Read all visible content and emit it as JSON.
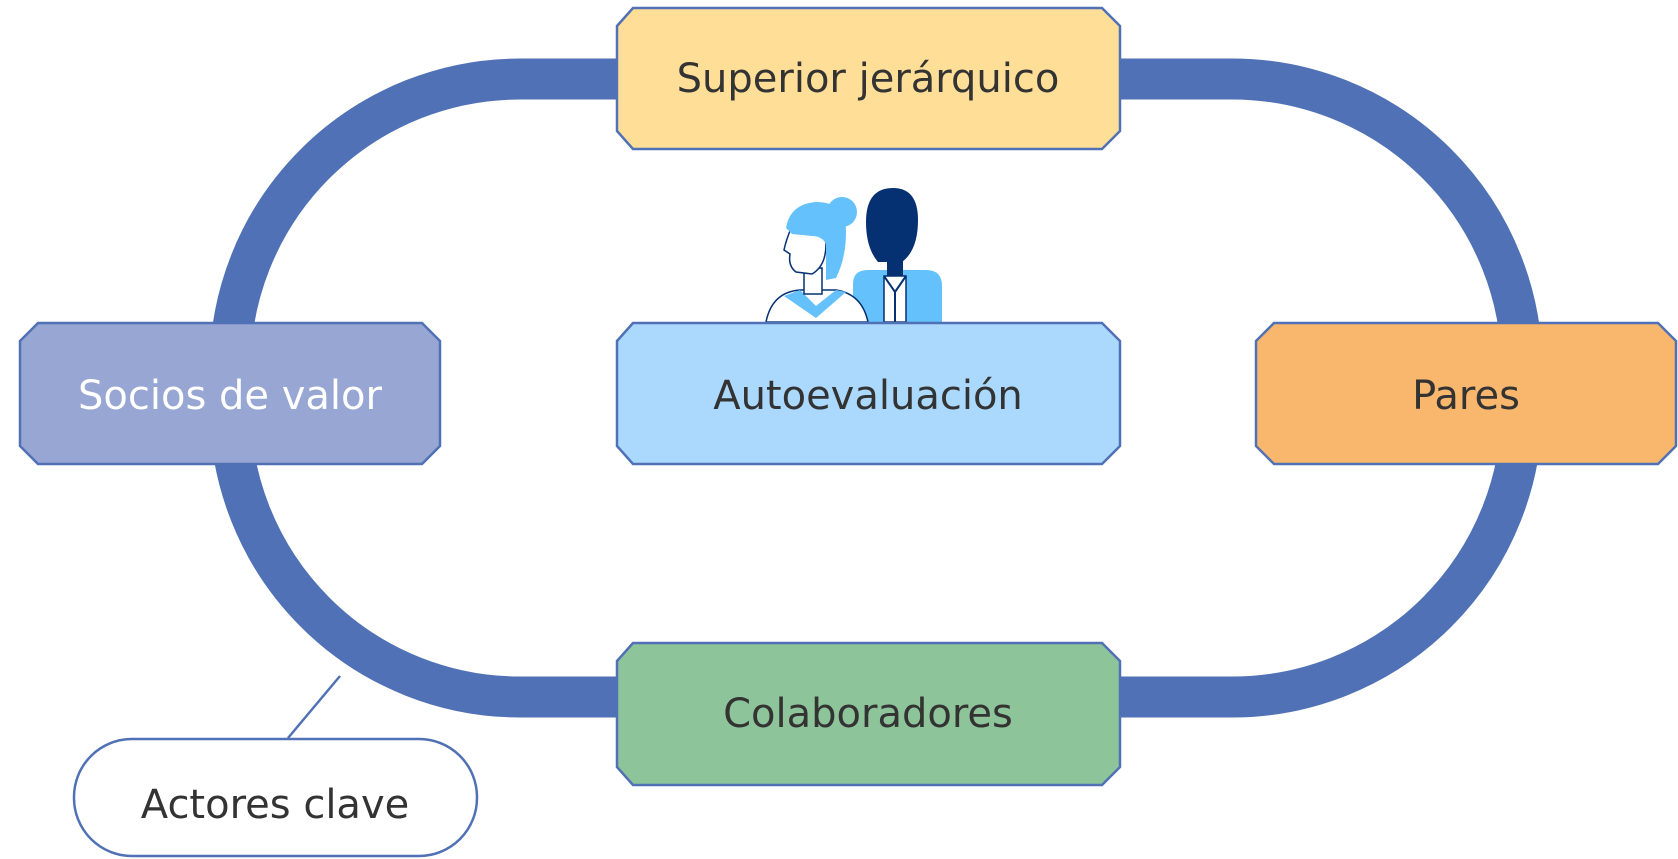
{
  "diagram": {
    "nodes": {
      "top": {
        "label": "Superior jerárquico",
        "fill": "#ffdf98",
        "text_color": "#333333"
      },
      "left": {
        "label": "Socios de valor",
        "fill": "#97a6d3",
        "text_color": "#ffffff"
      },
      "center": {
        "label": "Autoevaluación",
        "fill": "#aad9fd",
        "text_color": "#333333"
      },
      "right": {
        "label": "Pares",
        "fill": "#f8b76c",
        "text_color": "#333333"
      },
      "bottom": {
        "label": "Colaboradores",
        "fill": "#8ec49a",
        "text_color": "#333333"
      }
    },
    "callout": {
      "label": "Actores clave",
      "fill": "#ffffff",
      "text_color": "#333333"
    },
    "colors": {
      "loop": "#5071b5",
      "node_border": "#5071b5",
      "person_light": "#64c1fb",
      "person_dark": "#053071"
    },
    "icons": [
      "people-icon"
    ]
  }
}
